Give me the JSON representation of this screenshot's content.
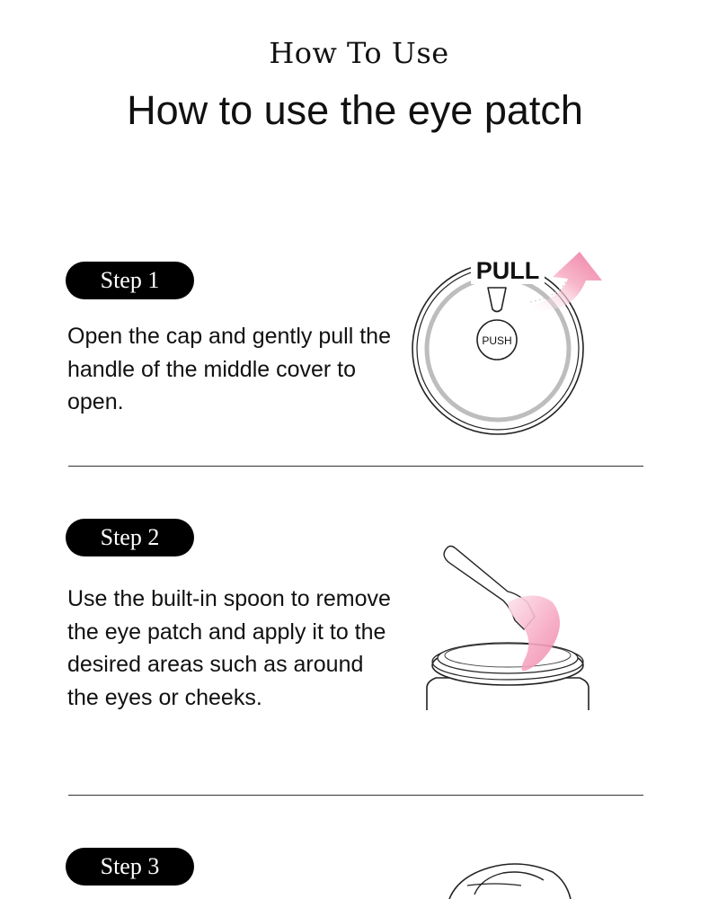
{
  "header": {
    "eyebrow": "How To Use",
    "title": "How to use the eye patch"
  },
  "steps": [
    {
      "label": "Step 1",
      "text": "Open the cap and gently pull the handle of the middle cover to open.",
      "illustration": {
        "pull_text": "PULL",
        "push_text": "PUSH",
        "icon": "jar-lid-pull-icon"
      }
    },
    {
      "label": "Step 2",
      "text": "Use the built-in spoon to remove the eye patch and apply it to the desired areas such as around the eyes or cheeks.",
      "illustration": {
        "icon": "spoon-eye-patch-icon"
      }
    },
    {
      "label": "Step 3",
      "illustration": {
        "icon": "face-outline-icon"
      }
    }
  ],
  "colors": {
    "pill_bg": "#000000",
    "pill_text": "#ffffff",
    "accent_pink": "#f08fb0",
    "divider": "#333333"
  }
}
